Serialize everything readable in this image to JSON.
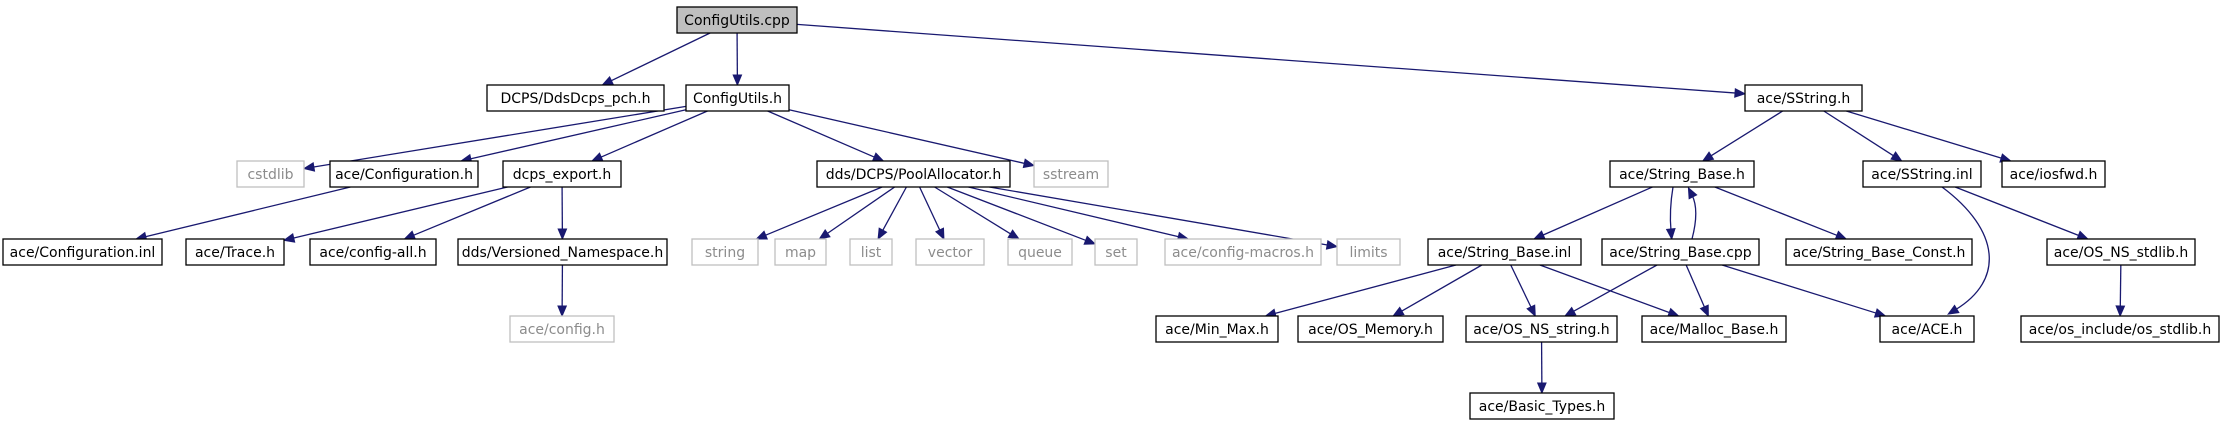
{
  "graph": {
    "nodes": [
      {
        "id": "configutils_cpp",
        "label": "ConfigUtils.cpp",
        "kind": "root"
      },
      {
        "id": "ddsdcps_pch",
        "label": "DCPS/DdsDcps_pch.h",
        "kind": "file"
      },
      {
        "id": "configutils_h",
        "label": "ConfigUtils.h",
        "kind": "file"
      },
      {
        "id": "sstring_h",
        "label": "ace/SString.h",
        "kind": "file"
      },
      {
        "id": "cstdlib",
        "label": "cstdlib",
        "kind": "missing"
      },
      {
        "id": "configuration_h",
        "label": "ace/Configuration.h",
        "kind": "file"
      },
      {
        "id": "dcps_export",
        "label": "dcps_export.h",
        "kind": "file"
      },
      {
        "id": "poolallocator",
        "label": "dds/DCPS/PoolAllocator.h",
        "kind": "file"
      },
      {
        "id": "sstream",
        "label": "sstream",
        "kind": "missing"
      },
      {
        "id": "string_base_h",
        "label": "ace/String_Base.h",
        "kind": "file"
      },
      {
        "id": "sstring_inl",
        "label": "ace/SString.inl",
        "kind": "file"
      },
      {
        "id": "iosfwd",
        "label": "ace/iosfwd.h",
        "kind": "file"
      },
      {
        "id": "configuration_inl",
        "label": "ace/Configuration.inl",
        "kind": "file"
      },
      {
        "id": "trace_h",
        "label": "ace/Trace.h",
        "kind": "file"
      },
      {
        "id": "config_all",
        "label": "ace/config-all.h",
        "kind": "file"
      },
      {
        "id": "versioned_ns",
        "label": "dds/Versioned_Namespace.h",
        "kind": "file"
      },
      {
        "id": "string",
        "label": "string",
        "kind": "missing"
      },
      {
        "id": "map",
        "label": "map",
        "kind": "missing"
      },
      {
        "id": "list",
        "label": "list",
        "kind": "missing"
      },
      {
        "id": "vector",
        "label": "vector",
        "kind": "missing"
      },
      {
        "id": "queue",
        "label": "queue",
        "kind": "missing"
      },
      {
        "id": "set",
        "label": "set",
        "kind": "missing"
      },
      {
        "id": "config_macros",
        "label": "ace/config-macros.h",
        "kind": "missing"
      },
      {
        "id": "limits",
        "label": "limits",
        "kind": "missing"
      },
      {
        "id": "string_base_inl",
        "label": "ace/String_Base.inl",
        "kind": "file"
      },
      {
        "id": "string_base_cpp",
        "label": "ace/String_Base.cpp",
        "kind": "file"
      },
      {
        "id": "string_base_const",
        "label": "ace/String_Base_Const.h",
        "kind": "file"
      },
      {
        "id": "os_ns_stdlib",
        "label": "ace/OS_NS_stdlib.h",
        "kind": "file"
      },
      {
        "id": "config_h",
        "label": "ace/config.h",
        "kind": "missing"
      },
      {
        "id": "min_max",
        "label": "ace/Min_Max.h",
        "kind": "file"
      },
      {
        "id": "os_memory",
        "label": "ace/OS_Memory.h",
        "kind": "file"
      },
      {
        "id": "os_ns_string",
        "label": "ace/OS_NS_string.h",
        "kind": "file"
      },
      {
        "id": "malloc_base",
        "label": "ace/Malloc_Base.h",
        "kind": "file"
      },
      {
        "id": "ace_h",
        "label": "ace/ACE.h",
        "kind": "file"
      },
      {
        "id": "os_stdlib",
        "label": "ace/os_include/os_stdlib.h",
        "kind": "file"
      },
      {
        "id": "basic_types",
        "label": "ace/Basic_Types.h",
        "kind": "file"
      }
    ],
    "edges": [
      {
        "from": "configutils_cpp",
        "to": "ddsdcps_pch"
      },
      {
        "from": "configutils_cpp",
        "to": "configutils_h"
      },
      {
        "from": "configutils_cpp",
        "to": "sstring_h"
      },
      {
        "from": "configutils_h",
        "to": "cstdlib"
      },
      {
        "from": "configutils_h",
        "to": "configuration_h"
      },
      {
        "from": "configutils_h",
        "to": "dcps_export"
      },
      {
        "from": "configutils_h",
        "to": "poolallocator"
      },
      {
        "from": "configutils_h",
        "to": "sstream"
      },
      {
        "from": "configuration_h",
        "to": "configuration_inl"
      },
      {
        "from": "dcps_export",
        "to": "trace_h"
      },
      {
        "from": "dcps_export",
        "to": "config_all"
      },
      {
        "from": "dcps_export",
        "to": "versioned_ns"
      },
      {
        "from": "versioned_ns",
        "to": "config_h"
      },
      {
        "from": "poolallocator",
        "to": "string"
      },
      {
        "from": "poolallocator",
        "to": "map"
      },
      {
        "from": "poolallocator",
        "to": "list"
      },
      {
        "from": "poolallocator",
        "to": "vector"
      },
      {
        "from": "poolallocator",
        "to": "queue"
      },
      {
        "from": "poolallocator",
        "to": "set"
      },
      {
        "from": "poolallocator",
        "to": "config_macros"
      },
      {
        "from": "poolallocator",
        "to": "limits"
      },
      {
        "from": "sstring_h",
        "to": "string_base_h"
      },
      {
        "from": "sstring_h",
        "to": "sstring_inl"
      },
      {
        "from": "sstring_h",
        "to": "iosfwd"
      },
      {
        "from": "string_base_h",
        "to": "string_base_inl"
      },
      {
        "from": "string_base_h",
        "to": "string_base_cpp"
      },
      {
        "from": "string_base_cpp",
        "to": "string_base_h"
      },
      {
        "from": "string_base_h",
        "to": "string_base_const"
      },
      {
        "from": "sstring_inl",
        "to": "ace_h"
      },
      {
        "from": "sstring_inl",
        "to": "os_ns_stdlib"
      },
      {
        "from": "string_base_inl",
        "to": "min_max"
      },
      {
        "from": "string_base_inl",
        "to": "os_memory"
      },
      {
        "from": "string_base_inl",
        "to": "os_ns_string"
      },
      {
        "from": "string_base_inl",
        "to": "malloc_base"
      },
      {
        "from": "string_base_cpp",
        "to": "os_ns_string"
      },
      {
        "from": "string_base_cpp",
        "to": "malloc_base"
      },
      {
        "from": "string_base_cpp",
        "to": "ace_h"
      },
      {
        "from": "os_ns_string",
        "to": "basic_types"
      },
      {
        "from": "os_ns_stdlib",
        "to": "os_stdlib"
      }
    ]
  }
}
